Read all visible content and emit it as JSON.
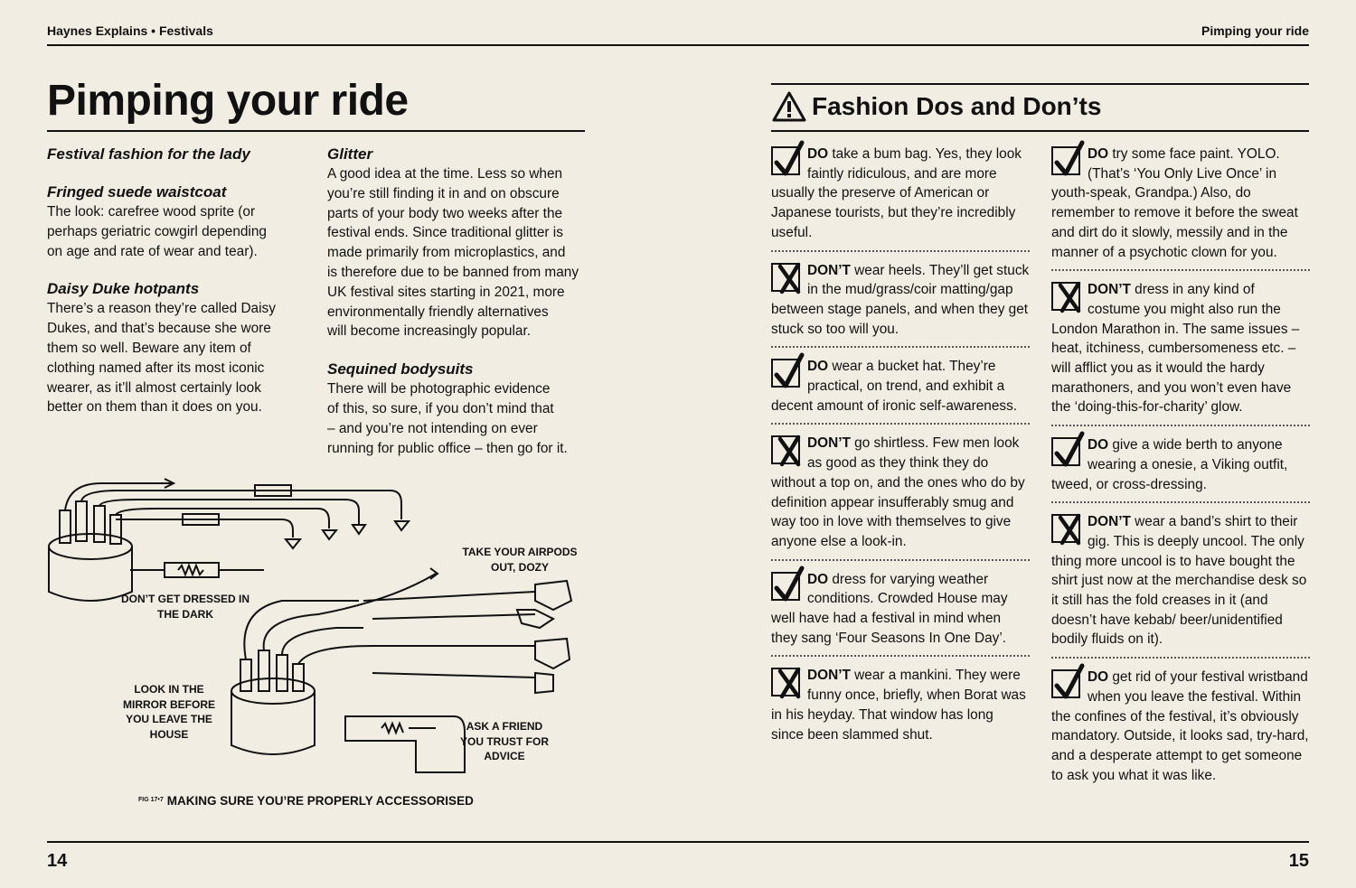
{
  "header": {
    "left": "Haynes Explains • Festivals",
    "right": "Pimping your ride"
  },
  "page_numbers": {
    "left": "14",
    "right": "15"
  },
  "title": "Pimping your ride",
  "left_col": {
    "intro_heading": "Festival fashion for the lady",
    "s1_heading": "Fringed suede waistcoat",
    "s1_lines": [
      "The look: carefree wood sprite (or",
      "perhaps geriatric cowgirl depending",
      "on age and rate of wear and tear)."
    ],
    "s2_heading": "Daisy Duke hotpants",
    "s2_lines": [
      "There’s a reason they’re called Daisy",
      "Dukes, and that’s because she wore",
      "them so well. Beware any item of",
      "clothing named after its most iconic",
      "wearer, as it’ll almost certainly look",
      "better on them than it does on you."
    ]
  },
  "mid_col": {
    "s1_heading": "Glitter",
    "s1_lines": [
      "A good idea at the time. Less so when",
      "you’re still finding it in and on obscure",
      "parts of your body two weeks after the",
      "festival ends. Since traditional glitter is",
      "made primarily from microplastics, and",
      "is therefore due to be banned from many",
      "UK festival sites starting in 2021, more",
      "environmentally friendly alternatives",
      "will become increasingly popular."
    ],
    "s2_heading": "Sequined bodysuits",
    "s2_lines": [
      "There will be photographic evidence",
      "of this, so sure, if you don’t mind that",
      "– and you’re not intending on ever",
      "running for public office – then go for it."
    ]
  },
  "figure": {
    "labels": {
      "airpods": "TAKE YOUR AIRPODS OUT, DOZY",
      "dark": "DON’T GET DRESSED IN THE DARK",
      "mirror": "LOOK IN THE MIRROR BEFORE YOU LEAVE THE HOUSE",
      "friend": "ASK A FRIEND YOU TRUST FOR ADVICE"
    },
    "caption_prefix": "FIG 17•7",
    "caption": "MAKING SURE YOU’RE PROPERLY ACCESSORISED"
  },
  "dos_donts": {
    "title": "Fashion Dos and Don’ts",
    "warning_icon": "warning-triangle-icon",
    "col1": [
      {
        "type": "do",
        "lead": "DO",
        "text": " take a bum bag. Yes, they look faintly ridiculous, and are more usually the preserve of American or Japanese tourists, but they’re incredibly useful."
      },
      {
        "type": "dont",
        "lead": "DON’T",
        "text": " wear heels. They’ll get stuck in the mud/grass/coir matting/gap between stage panels, and when they get stuck so too will you."
      },
      {
        "type": "do",
        "lead": "DO",
        "text": " wear a bucket hat. They’re practical, on trend, and exhibit a decent amount of ironic self-awareness."
      },
      {
        "type": "dont",
        "lead": "DON’T",
        "text": " go shirtless. Few men look as good as they think they do without a top on, and the ones who do by definition appear insufferably smug and way too in love with themselves to give anyone else a look-in."
      },
      {
        "type": "do",
        "lead": "DO",
        "text": " dress for varying weather conditions. Crowded House may well have had a festival in mind when they sang ‘Four Seasons In One Day’."
      },
      {
        "type": "dont",
        "lead": "DON’T",
        "text": " wear a mankini. They were funny once, briefly, when Borat was in his heyday. That window has long since been slammed shut."
      }
    ],
    "col2": [
      {
        "type": "do",
        "lead": "DO",
        "text": " try some face paint. YOLO. (That’s ‘You Only Live Once’ in youth-speak, Grandpa.) Also, do remember to remove it before the sweat and dirt do it slowly, messily and in the manner of a psychotic clown for you."
      },
      {
        "type": "dont",
        "lead": "DON’T",
        "text": " dress in any kind of costume you might also run the London Marathon in. The same issues – heat, itchiness, cumbersomeness etc. – will afflict you as it would the hardy marathoners, and you won’t even have the ‘doing-this-for-charity’ glow."
      },
      {
        "type": "do",
        "lead": "DO",
        "text": " give a wide berth to anyone wearing a onesie, a Viking outfit, tweed, or cross-dressing."
      },
      {
        "type": "dont",
        "lead": "DON’T",
        "text": " wear a band’s shirt to their gig. This is deeply uncool. The only thing more uncool is to have bought the shirt just now at the merchandise desk so it still has the fold creases in it (and doesn’t have kebab/ beer/unidentified bodily fluids on it)."
      },
      {
        "type": "do",
        "lead": "DO",
        "text": " get rid of your festival wristband when you leave the festival. Within the confines of the festival, it’s obviously mandatory. Outside, it looks sad, try-hard, and a desperate attempt to get someone to ask you what it was like."
      }
    ]
  }
}
